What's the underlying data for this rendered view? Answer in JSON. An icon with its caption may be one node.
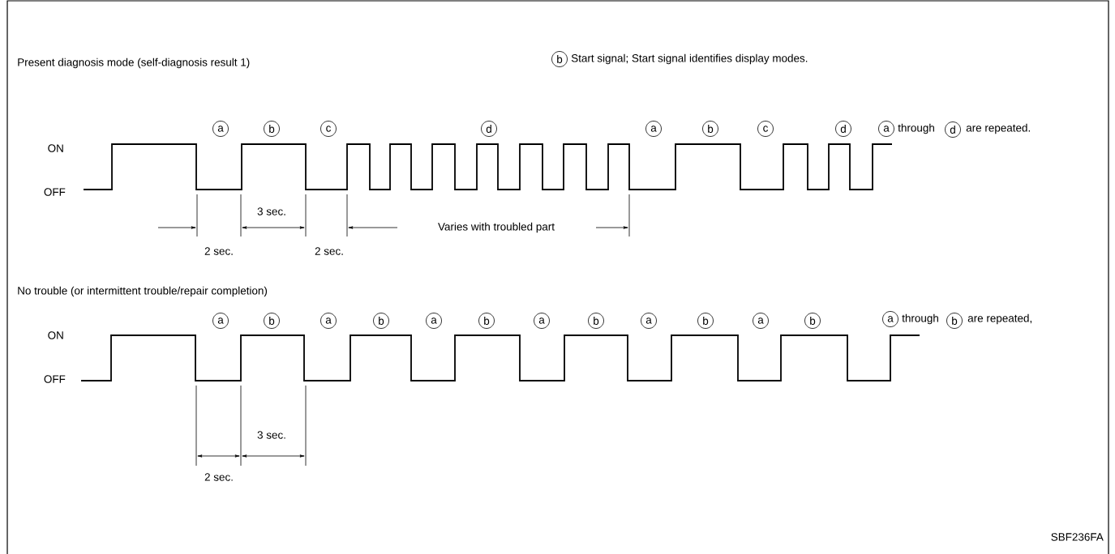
{
  "diagram": {
    "labels": [
      "Present diagnosis mode (self-diagnosis result 1)",
      "b",
      "Start signal; Start signal identifies display modes.",
      "a",
      "b",
      "c",
      "d",
      "a",
      "b",
      "c",
      "d",
      "a",
      "through",
      "d",
      "are repeated.",
      "ON",
      "OFF",
      "3 sec.",
      "Varies with troubled part",
      "2 sec.",
      "2 sec.",
      "No trouble (or intermittent trouble/repair completion)",
      "a",
      "b",
      "a",
      "b",
      "a",
      "b",
      "a",
      "b",
      "a",
      "b",
      "a",
      "b",
      "a",
      "through",
      "b",
      "are repeated,",
      "ON",
      "OFF",
      "3 sec.",
      "2 sec.",
      "SBF236FA"
    ]
  }
}
